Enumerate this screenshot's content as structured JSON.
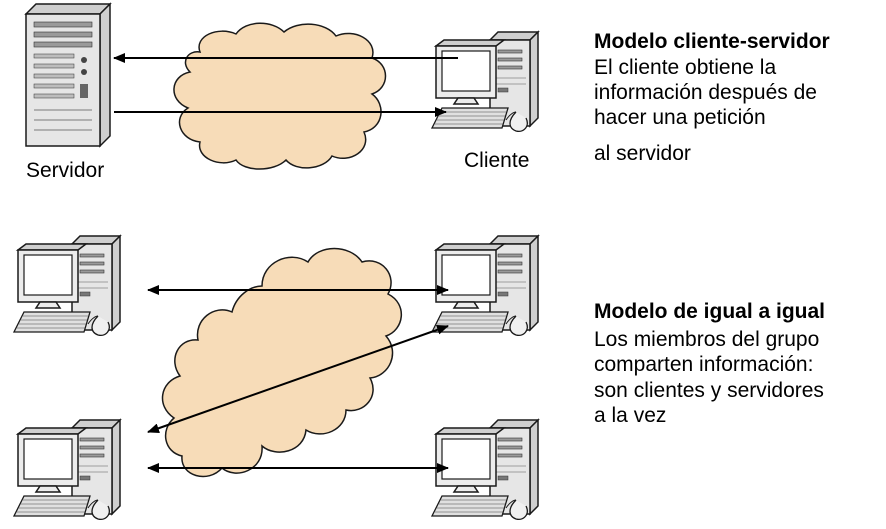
{
  "client_server": {
    "title": "Modelo cliente-servidor",
    "description": [
      "El cliente obtiene la",
      "información después de",
      "hacer una petición",
      "al servidor"
    ],
    "server_label": "Servidor",
    "client_label": "Cliente"
  },
  "peer_to_peer": {
    "title": "Modelo de igual a igual",
    "description": [
      "Los miembros del grupo",
      "comparten información:",
      "son clientes y servidores",
      "a la vez"
    ]
  },
  "colors": {
    "cloud": "#f7dcb8",
    "outline": "#1a1a1a",
    "arrow": "#000000"
  },
  "icons": [
    "server-icon",
    "computer-icon",
    "cloud-icon",
    "arrow"
  ]
}
